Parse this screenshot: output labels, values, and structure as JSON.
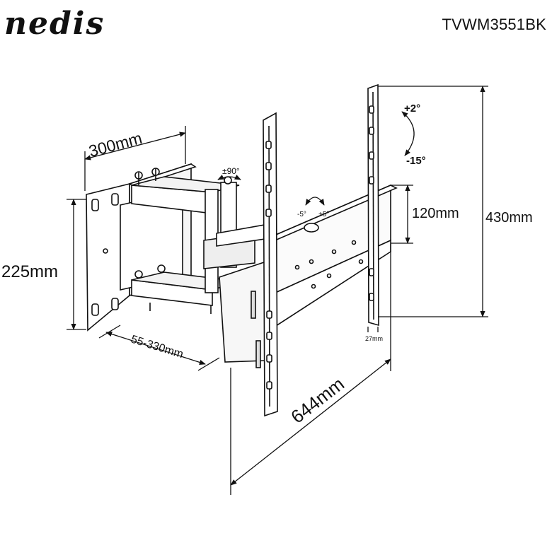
{
  "brand": {
    "logo_text": "nedis"
  },
  "model_number": "TVWM3551BK",
  "dimensions": {
    "arm_depth": "300mm",
    "wall_plate_height": "225mm",
    "swivel": "±90°",
    "tilt_up": "+2°",
    "tilt_down": "-15°",
    "rotate_left": "-5°",
    "rotate_right": "+5°",
    "vesa_vertical": "120mm",
    "max_height": "430mm",
    "extension": "55-330mm",
    "wall_distance": "27mm",
    "max_width": "644mm"
  }
}
